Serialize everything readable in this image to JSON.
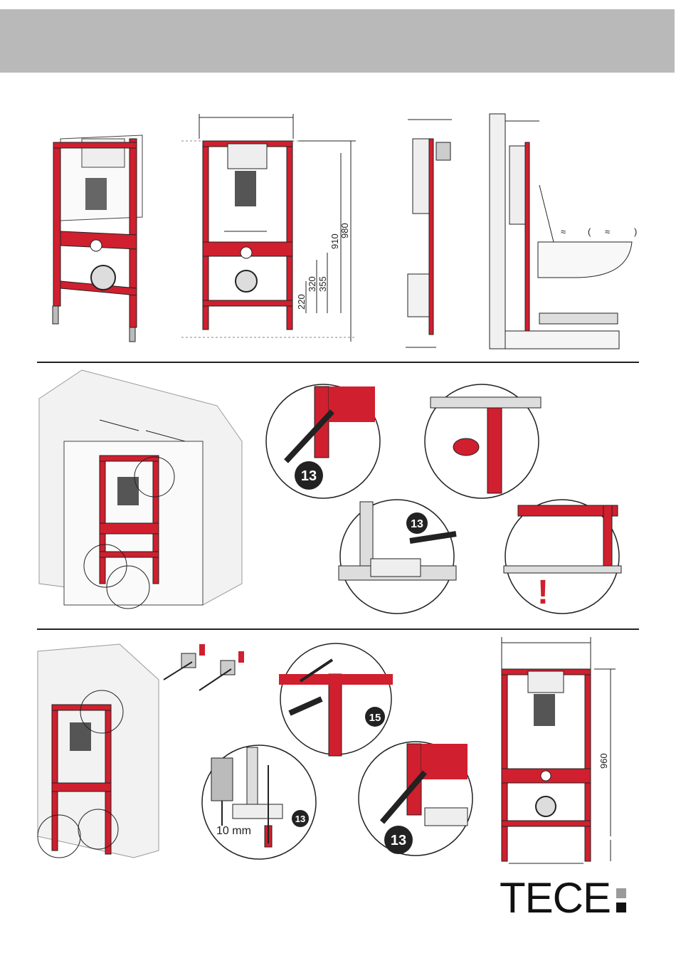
{
  "dimensions": {
    "d910": "910",
    "d980": "980",
    "d220": "220",
    "d320": "320",
    "d355": "355",
    "d960": "960"
  },
  "steps": {
    "wrench_13": "13",
    "wrench_15": "15",
    "drill_size": "10 mm",
    "warning": "!"
  },
  "side_view": {
    "approx_a": "≈",
    "approx_b": "(",
    "approx_c": "≈",
    "approx_d": ")"
  },
  "brand": {
    "logo": "TECE"
  },
  "colors": {
    "header_grey": "#b9b9b9",
    "frame_red": "#d01f2e",
    "line_dark": "#222222"
  }
}
